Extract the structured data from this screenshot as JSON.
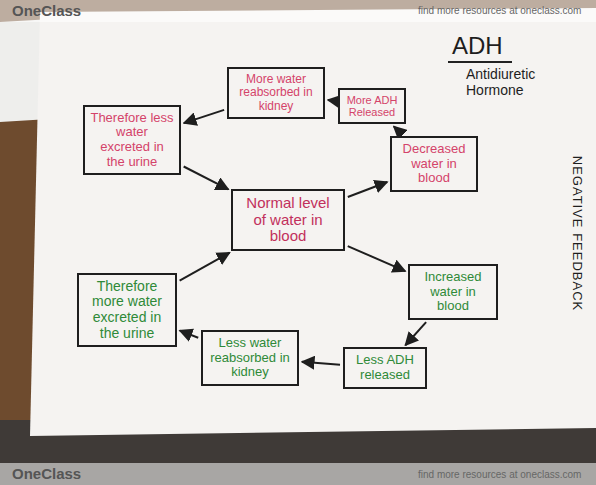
{
  "diagram": {
    "title": "ADH",
    "nodes": [
      {
        "text": [
          "More water reabsorbed in kidney"
        ]
      },
      {
        "text": [
          "More ADH Released"
        ]
      },
      {
        "text": [
          "Therefore less water excreted in the urine"
        ]
      },
      {
        "text": [
          "Decreased water in blood"
        ]
      },
      {
        "text": [
          "Normal level of water in blood"
        ]
      },
      {
        "text": [
          "Therefore more water excreted in the urine"
        ]
      },
      {
        "text": [
          "Increased water in blood"
        ]
      },
      {
        "text": [
          "Less water reabsorbed in kidney"
        ]
      },
      {
        "text": [
          "Less ADH released"
        ]
      }
    ],
    "edges": [
      {
        "from": 4,
        "to": 3,
        "arrow": "to"
      },
      {
        "from": 3,
        "to": 1,
        "arrow": "to"
      },
      {
        "from": 1,
        "to": 0,
        "arrow": "to"
      },
      {
        "from": 0,
        "to": 2,
        "arrow": "to"
      },
      {
        "from": 2,
        "to": 4,
        "arrow": "to"
      },
      {
        "from": 4,
        "to": 6,
        "arrow": "to"
      },
      {
        "from": 6,
        "to": 8,
        "arrow": "to"
      },
      {
        "from": 8,
        "to": 7,
        "arrow": "to"
      },
      {
        "from": 7,
        "to": 5,
        "arrow": "to"
      },
      {
        "from": 5,
        "to": 4,
        "arrow": "to"
      }
    ],
    "labels": [
      "Antidiuretic Hormone",
      "NEGATIVE FEEDBACK",
      "OneClass",
      "find more resources at oneclass.com",
      "OneClass",
      "find more resources at oneclass.com"
    ]
  }
}
